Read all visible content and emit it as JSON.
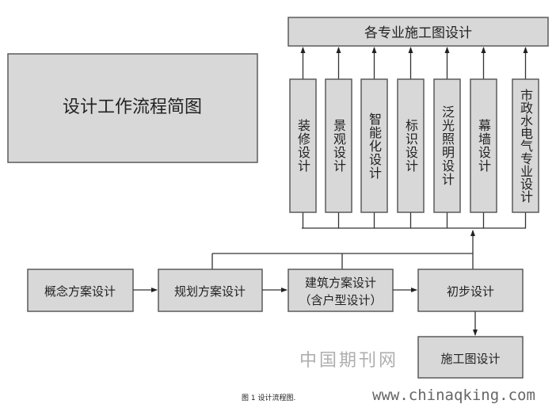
{
  "title": "设计工作流程简图",
  "top_box": "各专业施工图设计",
  "specialties": [
    "装修设计",
    "景观设计",
    "智能化设计",
    "标识设计",
    "泛光照明设计",
    "幕墙设计",
    "市政水电气专业设计"
  ],
  "main_flow": {
    "concept": "概念方案设计",
    "planning": "规划方案设计",
    "architecture_line1": "建筑方案设计",
    "architecture_line2": "（含户型设计）",
    "preliminary": "初步设计",
    "construction": "施工图设计"
  },
  "caption": "图 1 设计流程图.",
  "watermark_cn": "中国期刊网",
  "watermark_url": "www.chinaqking.com"
}
